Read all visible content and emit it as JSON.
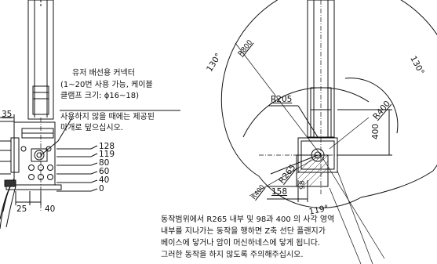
{
  "left_view": {
    "dimension_35": "35",
    "dimension_25": "25",
    "dimension_40": "40",
    "heights": [
      "128",
      "119",
      "80",
      "60",
      "40",
      "0"
    ],
    "cable_note": {
      "line1": "유저 배선용 커넥터",
      "line2": "(1~20번 사용 가능, 케이블",
      "line3": "클램프 크기: ϕ16~18)",
      "line4": "사용하지 않을 때에는 제공된",
      "line5": "마개로 덮으십시오."
    }
  },
  "right_view": {
    "angle_top_left": "130°",
    "angle_top_right": "130°",
    "angle_bottom": "119°",
    "radius_r800": "R800",
    "radius_r205": "R205",
    "radius_r400": "R400",
    "radius_r265": "R265",
    "radius_r400_small": "R400",
    "dimension_400": "400",
    "dimension_158": "158",
    "dimension_98": "98"
  },
  "caution_note": {
    "line1": "동작범위에서 R265 내부 및 98과 400 의 사각 영역",
    "line2": "내부를 지나가는 동작을 행하면 Z축 선단 플랜지가",
    "line3": "베이스에 닿거나 암이 머신하네스에 닿게 됩니다.",
    "line4": "그러한 동작을 하지 않도록 주의해주십시오."
  }
}
